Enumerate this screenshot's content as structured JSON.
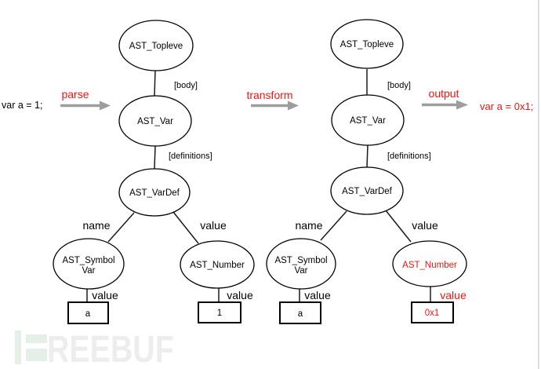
{
  "colors": {
    "red": "#fa120e",
    "arrow_gray": "#9d9d9d",
    "node_stroke": "#000000",
    "watermark_green": "#e3efe7",
    "watermark_gray": "#ededed",
    "page_border": "#cccccc"
  },
  "code": {
    "input": "var a = 1;",
    "output": "var a = 0x1;"
  },
  "arrows": {
    "parse": "parse",
    "transform": "transform",
    "output": "output"
  },
  "left_tree": {
    "toplevel": "AST_Topleve",
    "body_edge": "[body]",
    "var_node": "AST_Var",
    "definitions_edge": "[definitions]",
    "vardef": "AST_VarDef",
    "name_edge": "name",
    "value_edge": "value",
    "symbol_line1": "AST_Symbol",
    "symbol_line2": "Var",
    "number": "AST_Number",
    "symbol_value_edge": "value",
    "number_value_edge": "value",
    "symbol_value": "a",
    "number_value": "1"
  },
  "right_tree": {
    "toplevel": "AST_Topleve",
    "body_edge": "[body]",
    "var_node": "AST_Var",
    "definitions_edge": "[definitions]",
    "vardef": "AST_VarDef",
    "name_edge": "name",
    "value_edge": "value",
    "symbol_line1": "AST_Symbol",
    "symbol_line2": "Var",
    "number": "AST_Number",
    "symbol_value_edge": "value",
    "number_value_edge": "value",
    "symbol_value": "a",
    "number_value": "0x1"
  },
  "watermark": {
    "text": "REEBUF"
  }
}
